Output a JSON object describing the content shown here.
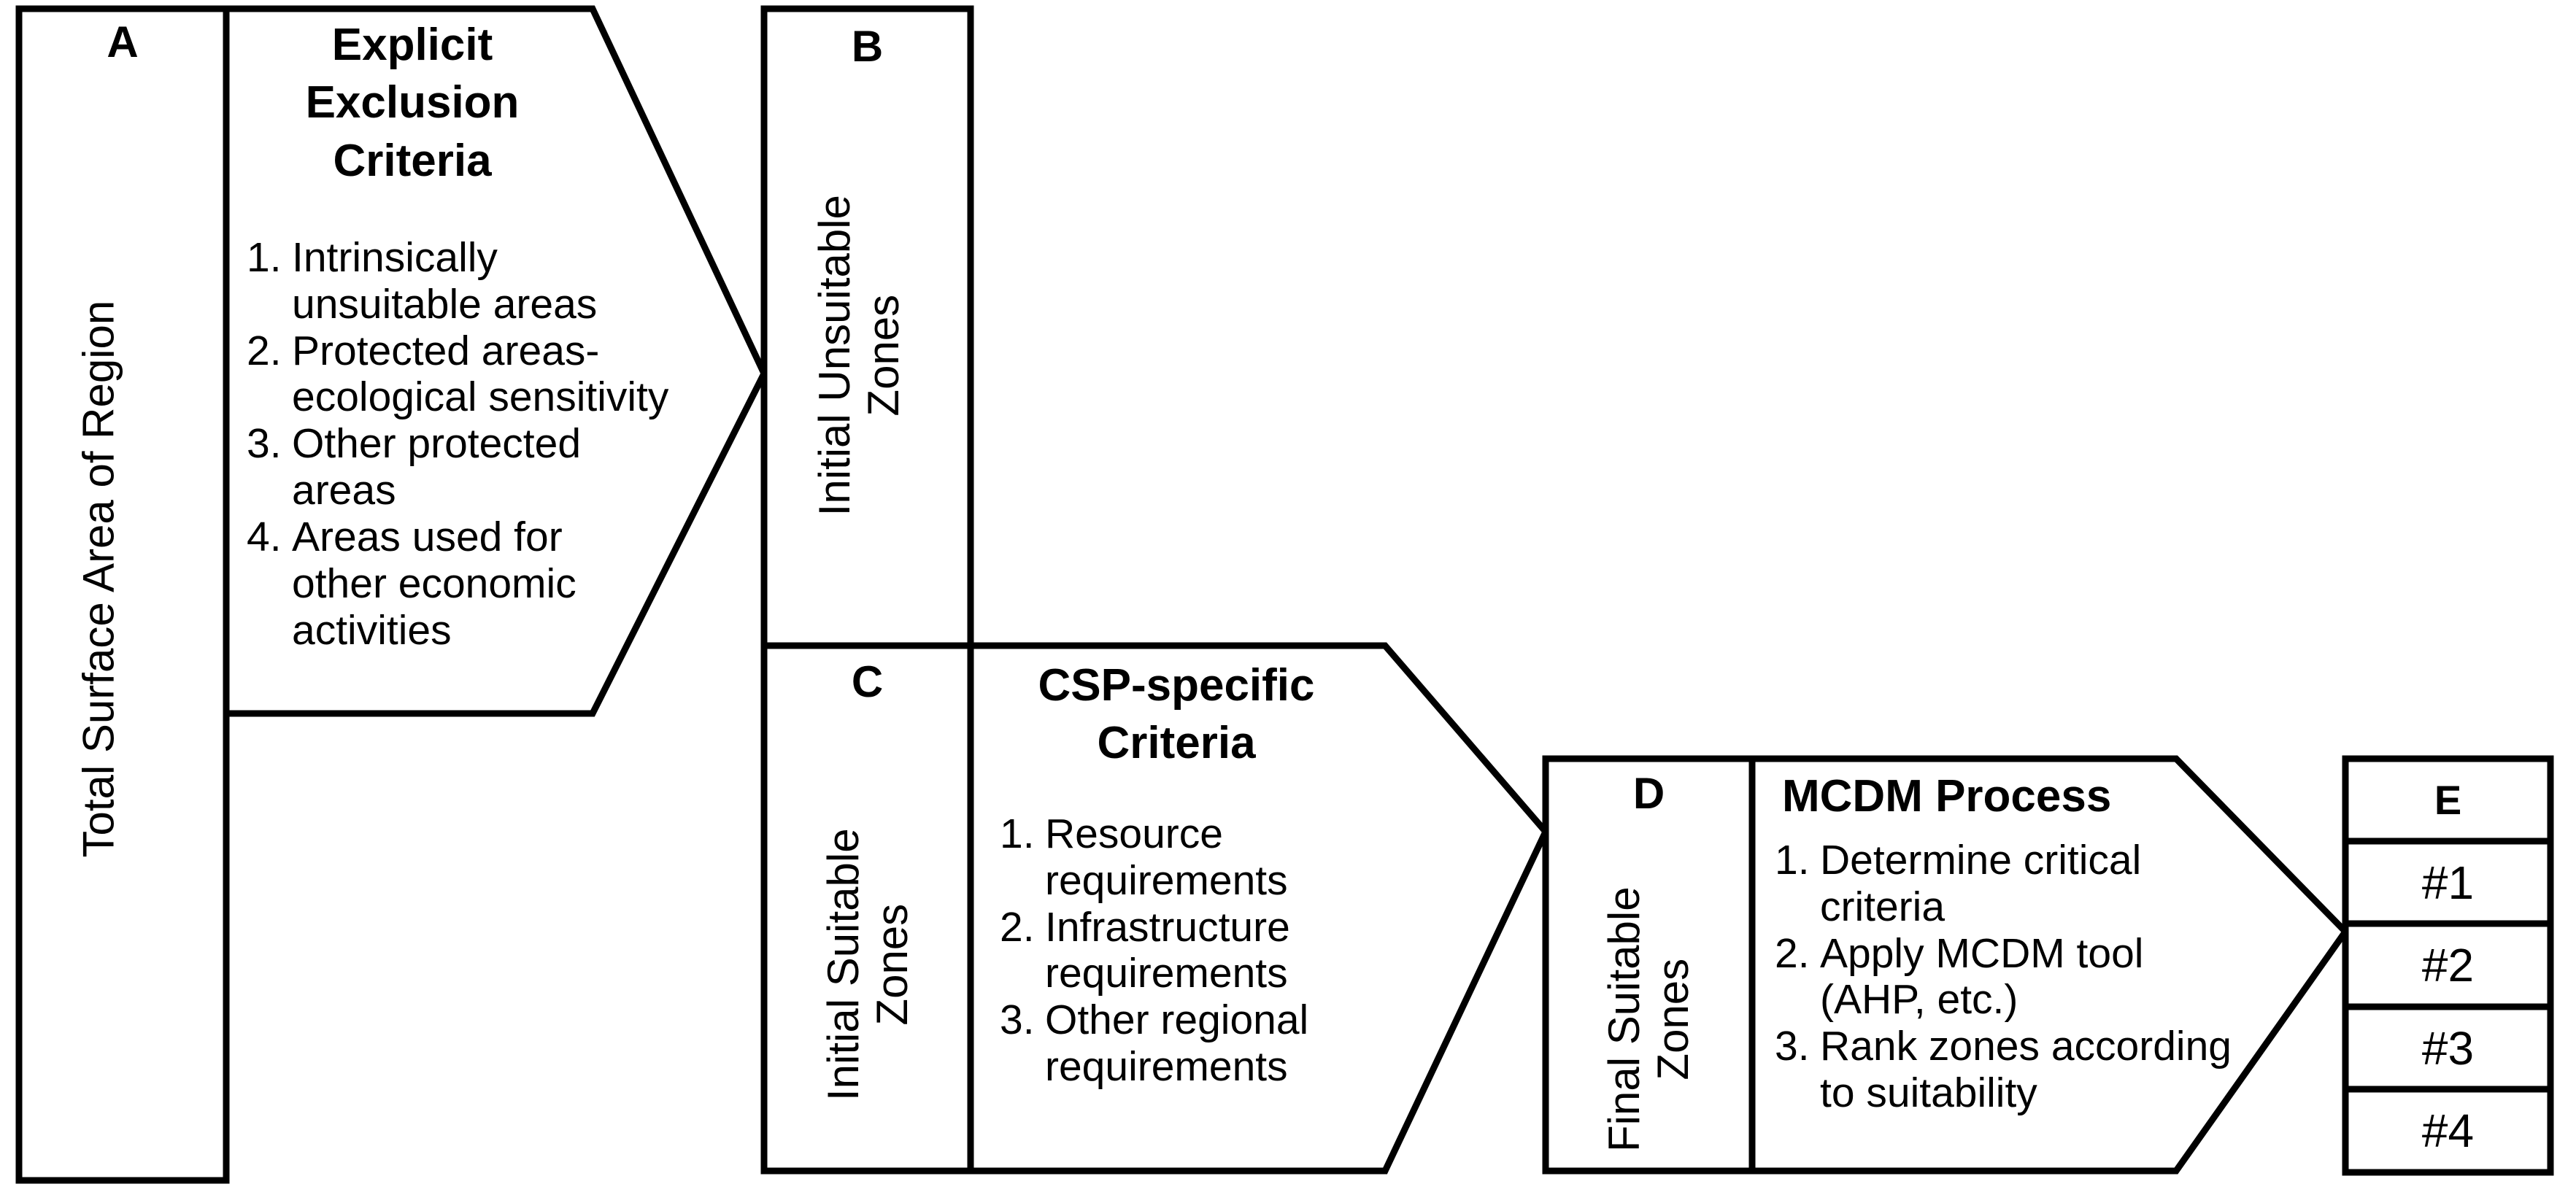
{
  "diagram": {
    "type": "flowchart",
    "orientation": "left-to-right",
    "stages": [
      {
        "letter": "A",
        "label": "Total Surface Area of Region",
        "kind": "input-box"
      },
      {
        "letter": "B",
        "label": "Initial Unsuitable\nZones",
        "kind": "output-box"
      },
      {
        "letter": "C",
        "label": "Initial Suitable\nZones",
        "kind": "output-box"
      },
      {
        "letter": "D",
        "label": "Final Suitable\nZones",
        "kind": "output-box"
      },
      {
        "letter": "E",
        "label": "",
        "kind": "ranking-table"
      }
    ],
    "processes": [
      {
        "id": "explicit-exclusion-criteria",
        "title": "Explicit\nExclusion\nCriteria",
        "items": [
          "Intrinsically unsuitable areas",
          "Protected areas-ecological sensitivity",
          "Other protected areas",
          "Areas used for other economic activities"
        ],
        "item_lines": [
          [
            "Intrinsically",
            "unsuitable areas"
          ],
          [
            "Protected areas-",
            "ecological sensitivity"
          ],
          [
            "Other protected",
            "areas"
          ],
          [
            "Areas used for",
            "other economic",
            "activities"
          ]
        ]
      },
      {
        "id": "csp-specific-criteria",
        "title": "CSP-specific\nCriteria",
        "items": [
          "Resource requirements",
          "Infrastructure requirements",
          "Other regional requirements"
        ],
        "item_lines": [
          [
            "Resource",
            "requirements"
          ],
          [
            "Infrastructure",
            "requirements"
          ],
          [
            "Other regional",
            "requirements"
          ]
        ]
      },
      {
        "id": "mcdm-process",
        "title": "MCDM Process",
        "items": [
          "Determine critical criteria",
          "Apply MCDM tool (AHP, etc.)",
          "Rank zones according to suitability"
        ],
        "item_lines": [
          [
            "Determine critical",
            "criteria"
          ],
          [
            "Apply MCDM tool",
            "(AHP, etc.)"
          ],
          [
            "Rank zones according",
            "to suitability"
          ]
        ]
      }
    ],
    "ranking_table": {
      "header": "E",
      "rows": [
        "#1",
        "#2",
        "#3",
        "#4"
      ]
    },
    "markers": {
      "numbers": [
        "1.",
        "2.",
        "3.",
        "4."
      ]
    },
    "colors": {
      "stroke": "#000000",
      "fill": "#ffffff",
      "text": "#000000"
    }
  }
}
